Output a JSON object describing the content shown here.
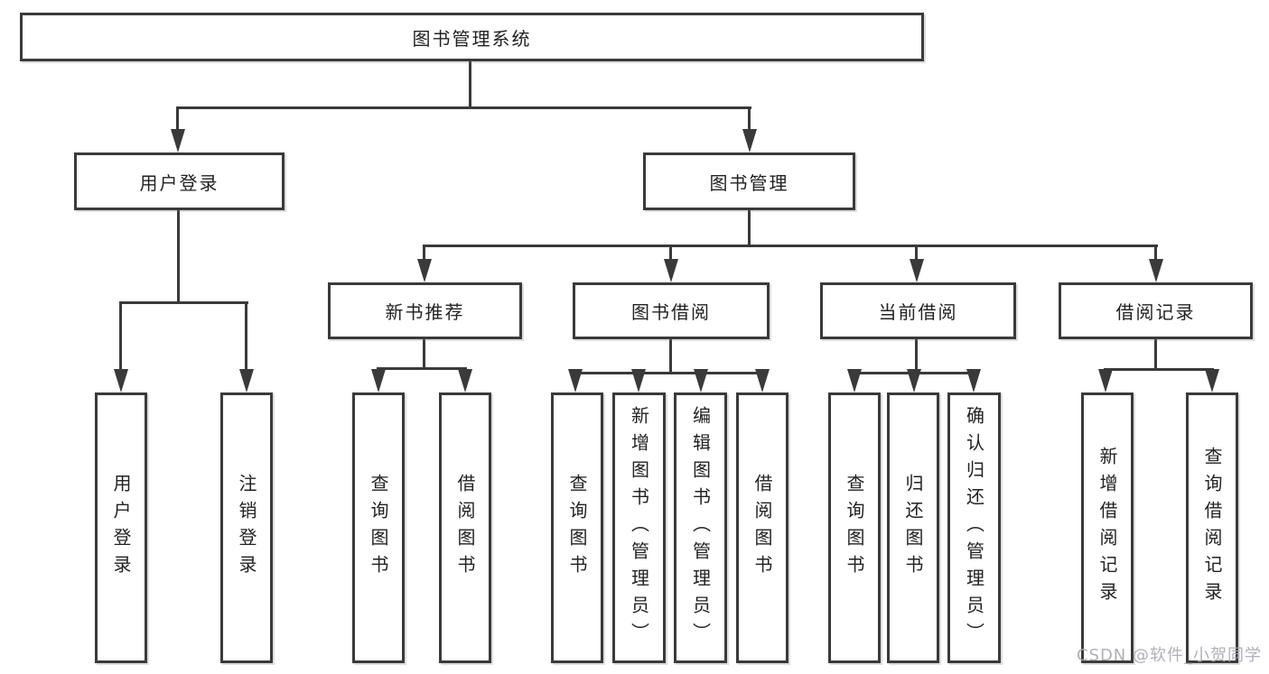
{
  "title": "图书管理系统",
  "tree": {
    "root": {
      "label": "图书管理系统",
      "children": [
        {
          "label": "用户登录",
          "children": [
            {
              "label": "用户登录"
            },
            {
              "label": "注销登录"
            }
          ]
        },
        {
          "label": "图书管理",
          "children": [
            {
              "label": "新书推荐",
              "children": [
                {
                  "label": "查询图书"
                },
                {
                  "label": "借阅图书"
                }
              ]
            },
            {
              "label": "图书借阅",
              "children": [
                {
                  "label": "查询图书"
                },
                {
                  "label": "新增图书（管理员）"
                },
                {
                  "label": "编辑图书（管理员）"
                },
                {
                  "label": "借阅图书"
                }
              ]
            },
            {
              "label": "当前借阅",
              "children": [
                {
                  "label": "查询图书"
                },
                {
                  "label": "归还图书"
                },
                {
                  "label": "确认归还（管理员）"
                }
              ]
            },
            {
              "label": "借阅记录",
              "children": [
                {
                  "label": "新增借阅记录"
                },
                {
                  "label": "查询借阅记录"
                }
              ]
            }
          ]
        }
      ]
    }
  },
  "watermark": "CSDN @软件_小贺同学",
  "colors": {
    "background": "#ffffff",
    "line": "#3a3a3a",
    "box_border": "#3a3a3a",
    "text": "#222222",
    "watermark": "#a5a9b2"
  }
}
